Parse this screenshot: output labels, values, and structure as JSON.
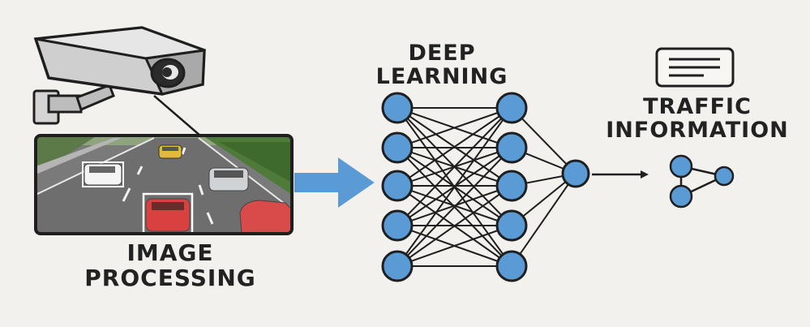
{
  "labels": {
    "deep_learning": [
      "DEEP",
      "LEARNING"
    ],
    "traffic_information": [
      "TRAFFIC",
      "INFORMATION"
    ],
    "image_processing": [
      "IMAGE",
      "PROCESSING"
    ]
  },
  "colors": {
    "background": "#f3f1ee",
    "node_fill": "#5b9bd5",
    "node_stroke": "#1f1f1f",
    "arrow_blue": "#5b9bd5",
    "edge": "#1f1f1f",
    "camera_body": "#c9c9c9",
    "road": "#6e6e6e",
    "grass": "#4e7a3a"
  },
  "icons": [
    "security-camera-icon",
    "document-icon",
    "graph-icon"
  ],
  "network": {
    "layers": [
      5,
      5,
      1
    ],
    "output_label": ""
  },
  "scene": {
    "cars": [
      "white car",
      "yellow car",
      "silver car",
      "red car",
      "red car"
    ],
    "detected_cars": 2
  }
}
